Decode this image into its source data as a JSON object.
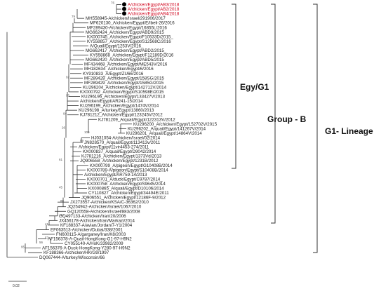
{
  "taxa": [
    {
      "label": "A/chicken/Egypt/AB3/2018",
      "highlight": true
    },
    {
      "label": "A/chicken/Egypt/AB2/2018",
      "highlight": true
    },
    {
      "label": "A/chicken/Egypt/AB4/2018",
      "highlight": true
    },
    {
      "label": "MH558945-A/chicken/Israel/291906/2017"
    },
    {
      "label": "MF620130_A/chicken/Egypt/E/Ibeli-26/2016"
    },
    {
      "label": "MF289430-A/chicken/Egypt/16855L/2016"
    },
    {
      "label": "MG662424_A/chicken/Egypt/ABD9/2015"
    },
    {
      "label": "KX000745_A/chicken/Egypt/F10533D/2015_"
    },
    {
      "label": "KY558857_A/chicken/Egypt/S12568C/2016"
    },
    {
      "label": "A/Quail/Egypt/1253V/2016_"
    },
    {
      "label": "MG662417_A/chicken/Egypt/ABD2/2015_"
    },
    {
      "label": "KY558868_A/chicken/Egypt/F12189D/2016"
    },
    {
      "label": "MG662420_A/chicken/Egypt/ABD5/2015"
    },
    {
      "label": "MF434468_A/chicken/Egypt/ME543V/2016"
    },
    {
      "label": "MH182634_A/chicken/Egypt/6/2016"
    },
    {
      "label": "KY910833_A/Egypt/ZU66/2016"
    },
    {
      "label": "MF289428_A/chicken/Egypt/158SG/2015"
    },
    {
      "label": "MF289429_A/chicken/Egypt/1585G/2015"
    },
    {
      "label": "KU296204_A/chicken/Egypt/142712V/2014"
    },
    {
      "label": "KX000792_A/chicken/Egypt/S10598E/2015"
    },
    {
      "label": "KU296196_A/chicken/Egypt/133427V/2013"
    },
    {
      "label": "A/chicken/Egypt/AR241-15/2014"
    },
    {
      "label": "KU296199_A/chicken/Egypt/1474V/2014"
    },
    {
      "label": "KU296198_A/turkey/Egypt/13860/2013"
    },
    {
      "label": "KJ781212_A/chicken/Egypt/123245V/2012"
    },
    {
      "label": "KJ781209_A/quail/Egypt/122313V/2012"
    },
    {
      "label": "KU296200_A/chicken/Egypt/152702V/2015"
    },
    {
      "label": "KU296202_A/quail/Egypt/141267V/2014"
    },
    {
      "label": "KU296201_A/quail/Egypt/14864V/2014"
    },
    {
      "label": "HJ031054-A/chicken/Israel/02/2014"
    },
    {
      "label": "JN828570_A/quail/Egypt/113413v/2011"
    },
    {
      "label": "A/chicken/Egypt/11vir4453-274/2011"
    },
    {
      "label": "KX000837_A/quail/Egypt/D9042/2014"
    },
    {
      "label": "KJ781216_A/chicken/Egypt/1373Vd/2013"
    },
    {
      "label": "JQ906558_A/chicken/Egypt/1231B/2012"
    },
    {
      "label": "KX000799_A/pigeon/Egypt/G10408B/2014"
    },
    {
      "label": "KX000789-A/pigeon/Egypt/S10408B/2014"
    },
    {
      "label": "A/chicken/Egypt/AR759-14/2013"
    },
    {
      "label": "KX000701_A/duck/Egypt/C9787/2014_"
    },
    {
      "label": "KX000758_A/chicken/Egypt/S9645/2014"
    },
    {
      "label": "KX000865_A/quail/Egypt/D10106/2014"
    },
    {
      "label": "CY110827_A/chicken/Egypt/34494E/2011"
    },
    {
      "label": "JQ906551_A/chicken/Egypt/12186F-9/2012"
    },
    {
      "label": "JX273557-A/chicken/KSA/C-36362/2010"
    },
    {
      "label": "JQ254942-A/chicken/Israel/1067/2010"
    },
    {
      "label": "GQ120558-A/chicken/Israel/883/2008"
    },
    {
      "label": "GQ497133-A/chicken/Iran/20/2006"
    },
    {
      "label": "JX456178-A/chicken/Iran/Markazi/2014"
    },
    {
      "label": "KF188337-A/avian/Jordan/7-Y1/2004"
    },
    {
      "label": "EF063513-A/chicken/Dubai/338/2001"
    },
    {
      "label": "FN600115-A/garganey/Iran/K8/2003"
    },
    {
      "label": "AF156378-A-Quail-HongKong-G1-97-H9N2"
    },
    {
      "label": "CY055140-A/HoK/33982/2009"
    },
    {
      "label": "AF156376-A-Duck-HongKong-Y280-97-H9N2"
    },
    {
      "label": "KF188366-A/chicken/HK/G9/1997"
    },
    {
      "label": "DQ067444-A/turkey/Wisconsin/66"
    }
  ],
  "bootstrap": [
    "76",
    "79",
    "92",
    "95",
    "94",
    "26",
    "100",
    "99",
    "61",
    "45",
    "88",
    "42",
    "41",
    "57",
    "95",
    "56"
  ],
  "groups": {
    "egy_g1": "Egy/G1",
    "group_b": "Group - B",
    "g1_lineage": "G1- Lineage"
  },
  "scale_bar": {
    "label": "0.02"
  }
}
